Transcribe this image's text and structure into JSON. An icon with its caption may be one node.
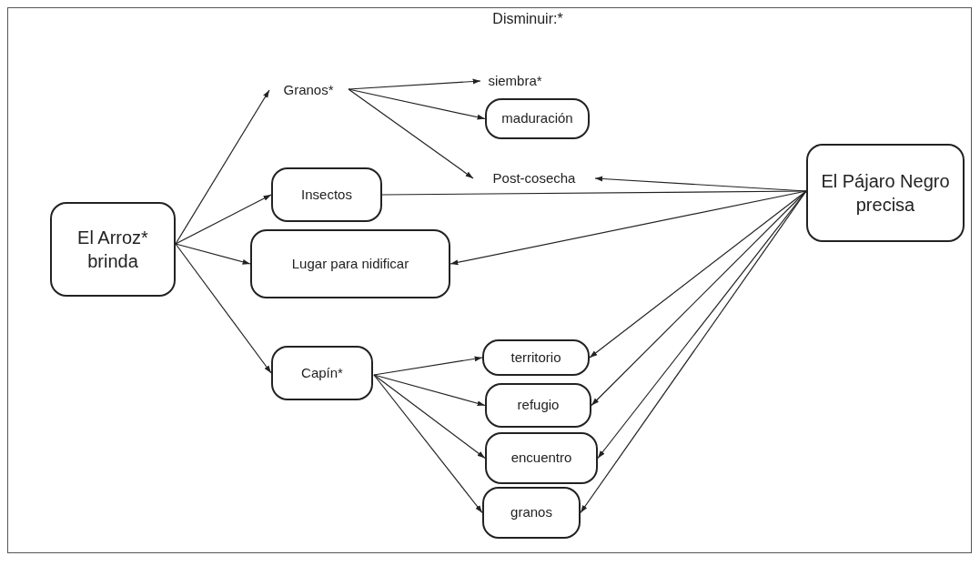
{
  "diagram": {
    "title": "Disminuir:*",
    "nodes": [
      {
        "text": [
          "El Arroz* brinda"
        ]
      },
      {
        "text": [
          "Granos*"
        ]
      },
      {
        "text": [
          "siembra*"
        ]
      },
      {
        "text": [
          "maduración"
        ]
      },
      {
        "text": [
          "Post-cosecha"
        ]
      },
      {
        "text": [
          "Insectos"
        ]
      },
      {
        "text": [
          "Lugar para nidificar"
        ]
      },
      {
        "text": [
          "Capín*"
        ]
      },
      {
        "text": [
          "territorio"
        ]
      },
      {
        "text": [
          "refugio"
        ]
      },
      {
        "text": [
          "encuentro"
        ]
      },
      {
        "text": [
          "granos"
        ]
      },
      {
        "text": [
          "El Pájaro Negro precisa"
        ]
      }
    ],
    "edges": [
      {
        "from": 0,
        "to": 1,
        "arrow": "to"
      },
      {
        "from": 0,
        "to": 5,
        "arrow": "to"
      },
      {
        "from": 0,
        "to": 6,
        "arrow": "to"
      },
      {
        "from": 0,
        "to": 7,
        "arrow": "to"
      },
      {
        "from": 1,
        "to": 2,
        "arrow": "to"
      },
      {
        "from": 1,
        "to": 3,
        "arrow": "to"
      },
      {
        "from": 1,
        "to": 4,
        "arrow": "to"
      },
      {
        "from": 7,
        "to": 8,
        "arrow": "to"
      },
      {
        "from": 7,
        "to": 9,
        "arrow": "to"
      },
      {
        "from": 7,
        "to": 10,
        "arrow": "to"
      },
      {
        "from": 7,
        "to": 11,
        "arrow": "to"
      },
      {
        "from": 12,
        "to": 4,
        "arrow": "to"
      },
      {
        "from": 12,
        "to": 5,
        "arrow": "none"
      },
      {
        "from": 12,
        "to": 6,
        "arrow": "to"
      },
      {
        "from": 12,
        "to": 8,
        "arrow": "to"
      },
      {
        "from": 12,
        "to": 9,
        "arrow": "to"
      },
      {
        "from": 12,
        "to": 10,
        "arrow": "to"
      },
      {
        "from": 12,
        "to": 11,
        "arrow": "to"
      }
    ]
  }
}
